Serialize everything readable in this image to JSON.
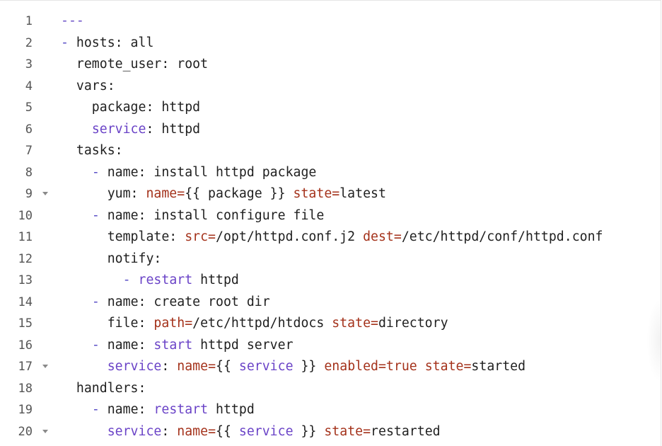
{
  "editor": {
    "language": "yaml",
    "colors": {
      "keyword": "#6a43c7",
      "attribute": "#a4321b",
      "text": "#1f1f1f",
      "gutter": "#555555"
    },
    "lines": [
      {
        "number": "1",
        "fold": false,
        "tokens": [
          {
            "text": "---",
            "type": "doc"
          }
        ]
      },
      {
        "number": "2",
        "fold": false,
        "tokens": [
          {
            "text": "- ",
            "type": "dash"
          },
          {
            "text": "hosts: all",
            "type": "plain"
          }
        ]
      },
      {
        "number": "3",
        "fold": false,
        "tokens": [
          {
            "text": "  remote_user: root",
            "type": "plain"
          }
        ]
      },
      {
        "number": "4",
        "fold": false,
        "tokens": [
          {
            "text": "  vars:",
            "type": "plain"
          }
        ]
      },
      {
        "number": "5",
        "fold": false,
        "tokens": [
          {
            "text": "    package: httpd",
            "type": "plain"
          }
        ]
      },
      {
        "number": "6",
        "fold": false,
        "tokens": [
          {
            "text": "    ",
            "type": "plain"
          },
          {
            "text": "service",
            "type": "kw"
          },
          {
            "text": ": httpd",
            "type": "plain"
          }
        ]
      },
      {
        "number": "7",
        "fold": false,
        "tokens": [
          {
            "text": "  tasks:",
            "type": "plain"
          }
        ]
      },
      {
        "number": "8",
        "fold": false,
        "tokens": [
          {
            "text": "    ",
            "type": "plain"
          },
          {
            "text": "- ",
            "type": "dash"
          },
          {
            "text": "name: install httpd package",
            "type": "plain"
          }
        ]
      },
      {
        "number": "9",
        "fold": true,
        "tokens": [
          {
            "text": "      yum: ",
            "type": "plain"
          },
          {
            "text": "name=",
            "type": "attr"
          },
          {
            "text": "{{ package }} ",
            "type": "plain"
          },
          {
            "text": "state=",
            "type": "attr"
          },
          {
            "text": "latest",
            "type": "plain"
          }
        ]
      },
      {
        "number": "10",
        "fold": false,
        "tokens": [
          {
            "text": "    ",
            "type": "plain"
          },
          {
            "text": "- ",
            "type": "dash"
          },
          {
            "text": "name: install configure file",
            "type": "plain"
          }
        ]
      },
      {
        "number": "11",
        "fold": false,
        "tokens": [
          {
            "text": "      template: ",
            "type": "plain"
          },
          {
            "text": "src=",
            "type": "attr"
          },
          {
            "text": "/opt/httpd.conf.j2 ",
            "type": "plain"
          },
          {
            "text": "dest=",
            "type": "attr"
          },
          {
            "text": "/etc/httpd/conf/httpd.conf",
            "type": "plain"
          }
        ]
      },
      {
        "number": "12",
        "fold": false,
        "tokens": [
          {
            "text": "      notify:",
            "type": "plain"
          }
        ]
      },
      {
        "number": "13",
        "fold": false,
        "tokens": [
          {
            "text": "        ",
            "type": "plain"
          },
          {
            "text": "- ",
            "type": "dash"
          },
          {
            "text": "restart",
            "type": "kw"
          },
          {
            "text": " httpd",
            "type": "plain"
          }
        ]
      },
      {
        "number": "14",
        "fold": false,
        "tokens": [
          {
            "text": "    ",
            "type": "plain"
          },
          {
            "text": "- ",
            "type": "dash"
          },
          {
            "text": "name: create root dir",
            "type": "plain"
          }
        ]
      },
      {
        "number": "15",
        "fold": false,
        "tokens": [
          {
            "text": "      file: ",
            "type": "plain"
          },
          {
            "text": "path=",
            "type": "attr"
          },
          {
            "text": "/etc/httpd/htdocs ",
            "type": "plain"
          },
          {
            "text": "state=",
            "type": "attr"
          },
          {
            "text": "directory",
            "type": "plain"
          }
        ]
      },
      {
        "number": "16",
        "fold": false,
        "tokens": [
          {
            "text": "    ",
            "type": "plain"
          },
          {
            "text": "- ",
            "type": "dash"
          },
          {
            "text": "name: ",
            "type": "plain"
          },
          {
            "text": "start",
            "type": "kw"
          },
          {
            "text": " httpd server",
            "type": "plain"
          }
        ]
      },
      {
        "number": "17",
        "fold": true,
        "tokens": [
          {
            "text": "      ",
            "type": "plain"
          },
          {
            "text": "service",
            "type": "kw"
          },
          {
            "text": ": ",
            "type": "plain"
          },
          {
            "text": "name=",
            "type": "attr"
          },
          {
            "text": "{{ ",
            "type": "plain"
          },
          {
            "text": "service",
            "type": "kw"
          },
          {
            "text": " }} ",
            "type": "plain"
          },
          {
            "text": "enabled=",
            "type": "attr"
          },
          {
            "text": "true",
            "type": "attr"
          },
          {
            "text": " ",
            "type": "plain"
          },
          {
            "text": "state=",
            "type": "attr"
          },
          {
            "text": "started",
            "type": "plain"
          }
        ]
      },
      {
        "number": "18",
        "fold": false,
        "tokens": [
          {
            "text": "  handlers:",
            "type": "plain"
          }
        ]
      },
      {
        "number": "19",
        "fold": false,
        "tokens": [
          {
            "text": "    ",
            "type": "plain"
          },
          {
            "text": "- ",
            "type": "dash"
          },
          {
            "text": "name: ",
            "type": "plain"
          },
          {
            "text": "restart",
            "type": "kw"
          },
          {
            "text": " httpd",
            "type": "plain"
          }
        ]
      },
      {
        "number": "20",
        "fold": true,
        "tokens": [
          {
            "text": "      ",
            "type": "plain"
          },
          {
            "text": "service",
            "type": "kw"
          },
          {
            "text": ": ",
            "type": "plain"
          },
          {
            "text": "name=",
            "type": "attr"
          },
          {
            "text": "{{ ",
            "type": "plain"
          },
          {
            "text": "service",
            "type": "kw"
          },
          {
            "text": " }} ",
            "type": "plain"
          },
          {
            "text": "state=",
            "type": "attr"
          },
          {
            "text": "restarted",
            "type": "plain"
          }
        ]
      }
    ]
  }
}
